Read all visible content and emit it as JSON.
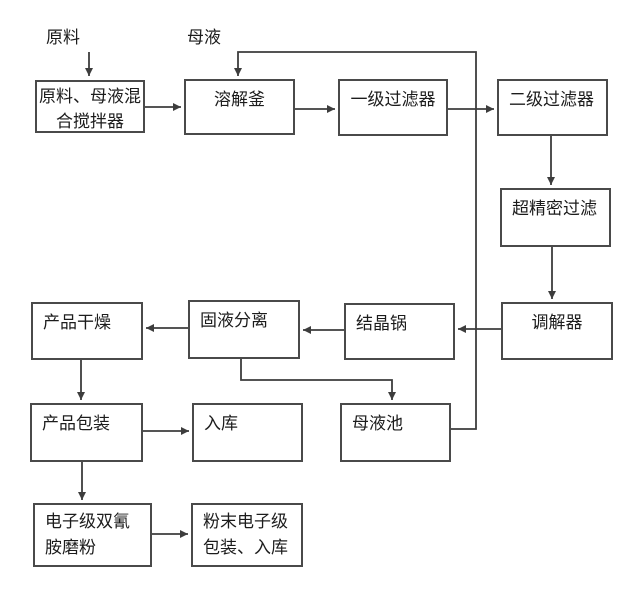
{
  "diagram": {
    "colors": {
      "background": "#ffffff",
      "line": "#3d3d3d",
      "box_border": "#4a4a4a",
      "text": "#1c1c1c"
    },
    "labels": {
      "raw_material": "原料",
      "mother_liquor": "母液"
    },
    "nodes": {
      "mixer": [
        "原料、母液混",
        "合搅拌器"
      ],
      "dissolving_kettle": "溶解釜",
      "primary_filter": "一级过滤器",
      "secondary_filter": "二级过滤器",
      "ultra_precision_filter": "超精密过滤",
      "regulator": "调解器",
      "crystallizer": "结晶锅",
      "solid_liquid_separator": "固液分离",
      "product_drying": "产品干燥",
      "product_packaging": "产品包装",
      "warehousing": "入库",
      "mother_liquor_pool": "母液池",
      "electronic_grade_dicyandiamide_grinding": [
        "电子级双氰",
        "胺磨粉"
      ],
      "powder_electronic_grade_packaging_warehousing": [
        "粉末电子级",
        "包装、入库"
      ]
    }
  }
}
